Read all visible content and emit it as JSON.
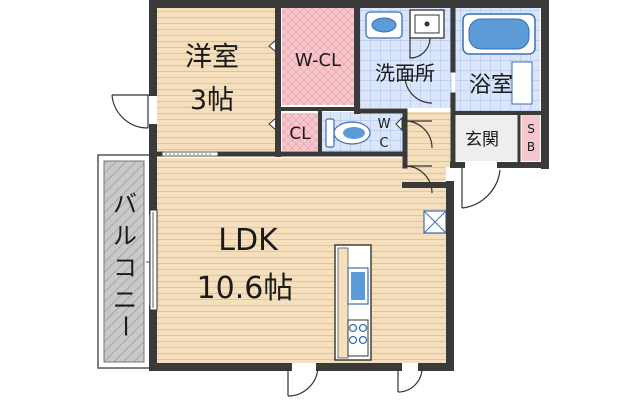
{
  "rooms": {
    "western_room": {
      "name": "洋室",
      "size": "3帖"
    },
    "walk_in_closet": "W-CL",
    "closet": "CL",
    "toilet_w": "W",
    "toilet_c": "C",
    "washroom": "洗面所",
    "bathroom": "浴室",
    "entrance": "玄関",
    "shoe_box_s": "S",
    "shoe_box_b": "B",
    "ldk": {
      "name": "LDK",
      "size": "10.6帖"
    },
    "balcony": [
      "バ",
      "ル",
      "コ",
      "ニ",
      "ー"
    ]
  },
  "colors": {
    "wall": "#3a3a3a",
    "floor_wood": "#f6dfbd",
    "floor_line": "#e3c497",
    "closet_fill": "#f6c7cc",
    "tile_fill": "#dbe6fb",
    "tile_line": "#9cb3e0",
    "fixture_blue": "#5b9bd8",
    "balcony_fill": "#c8c8c8",
    "entrance_fill": "#eeeeee",
    "door_green": "#2e8b57"
  }
}
